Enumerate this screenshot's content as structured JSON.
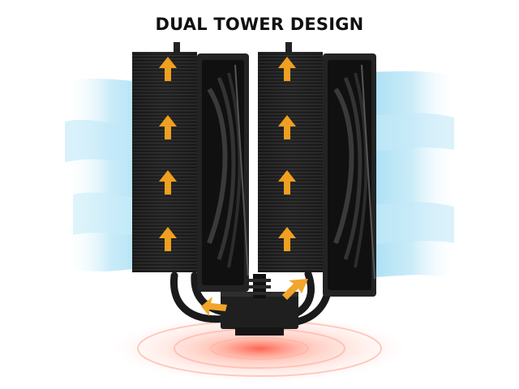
{
  "headline": "DUAL TOWER DESIGN",
  "product": {
    "icon": "dual-tower-cpu-cooler-icon",
    "towers": 2,
    "fans": 2,
    "heatsink_arrows_per_tower": 4,
    "heatpipe_arrows": 2
  },
  "colors": {
    "background": "#ffffff",
    "headline": "#111111",
    "fin_dark": "#1b1b1b",
    "fan_frame": "#262626",
    "airflow_arrow": "#f0a020",
    "heatpipe_arrow": "#f2a52a",
    "airflow_mist": "#7fd0ef",
    "heat_glow": "#ff5b45"
  }
}
